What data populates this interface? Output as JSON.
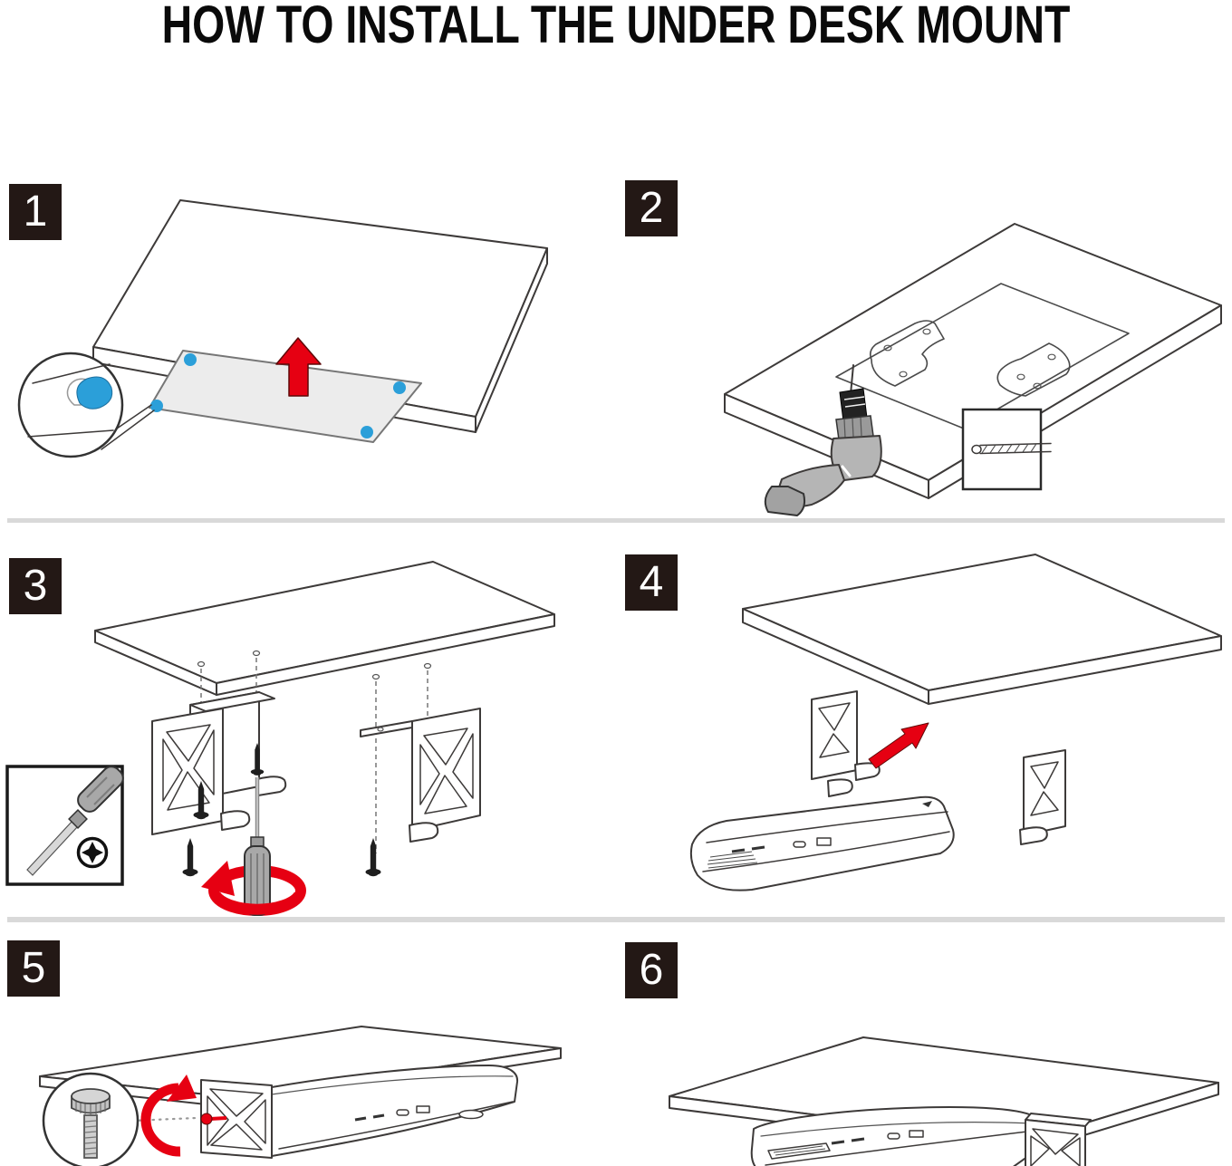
{
  "page": {
    "title": "HOW TO INSTALL THE UNDER DESK MOUNT"
  },
  "colors": {
    "line": "#3d3a39",
    "badge_bg": "#231815",
    "badge_text": "#ffffff",
    "accent_red": "#e60012",
    "accent_blue": "#2b9fd9",
    "template_gray": "#ececec",
    "tool_gray": "#b5b5b5",
    "divider_gray": "#d9d9d9"
  },
  "steps": [
    {
      "number": "1",
      "name": "attach-adhesive-template",
      "icons": [
        "magnifier-icon",
        "adhesive-sticker-icon",
        "up-arrow-icon",
        "desk-illustration",
        "template-sheet"
      ]
    },
    {
      "number": "2",
      "name": "drill-pilot-holes",
      "icons": [
        "drill-icon",
        "drill-bit-icon",
        "drilling-template",
        "desk-illustration"
      ]
    },
    {
      "number": "3",
      "name": "screw-brackets-to-desk",
      "icons": [
        "screwdriver-icon",
        "phillips-head-icon",
        "rotation-arrow-icon",
        "screw-icon",
        "mount-bracket",
        "desk-illustration"
      ]
    },
    {
      "number": "4",
      "name": "slide-console-into-brackets",
      "icons": [
        "console-illustration",
        "diagonal-arrow-icon",
        "mount-bracket",
        "desk-illustration"
      ]
    },
    {
      "number": "5",
      "name": "tighten-thumbscrew",
      "icons": [
        "magnifier-icon",
        "thumbscrew-icon",
        "rotation-arrow-icon",
        "console-illustration",
        "desk-illustration"
      ]
    },
    {
      "number": "6",
      "name": "installation-complete",
      "icons": [
        "console-illustration",
        "mount-bracket",
        "desk-illustration"
      ]
    }
  ]
}
